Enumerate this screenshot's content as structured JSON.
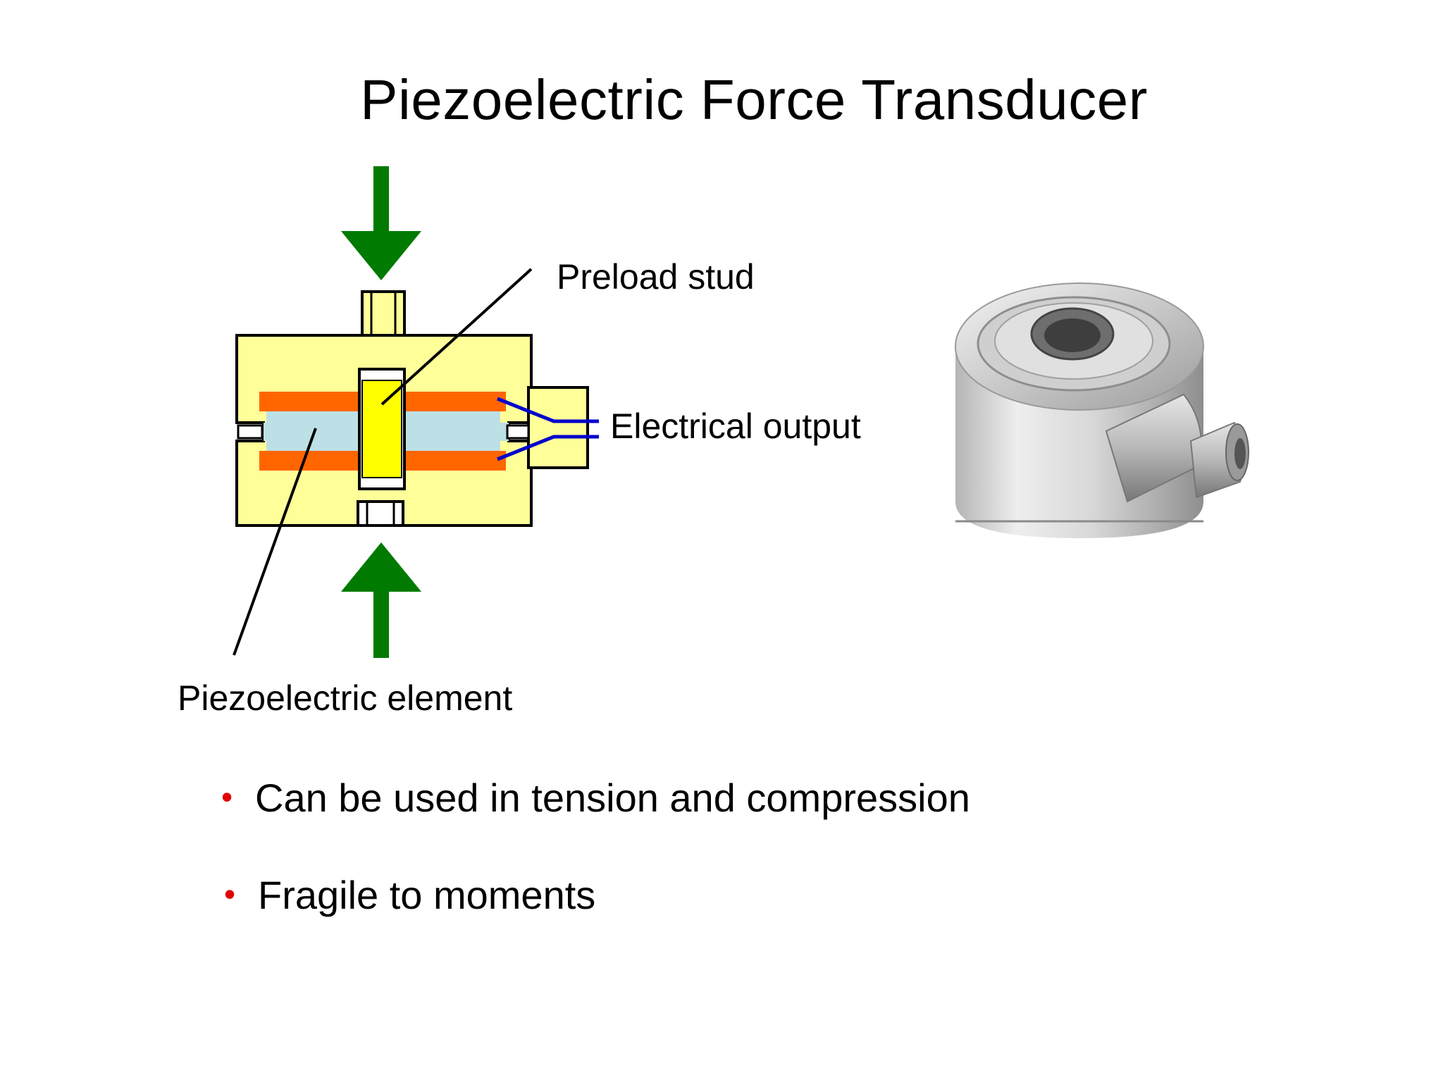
{
  "slide": {
    "title": "Piezoelectric Force Transducer"
  },
  "diagram": {
    "labels": {
      "preload_stud": "Preload stud",
      "electrical_output": "Electrical output",
      "piezoelectric_element": "Piezoelectric element"
    },
    "colors": {
      "housing": "#ffff99",
      "electrode": "#ff6600",
      "crystal": "#bde0e6",
      "stud": "#ffff00",
      "force_arrow": "#007a00",
      "wire": "#0000cc"
    }
  },
  "bullets": [
    {
      "text": "Can be used in tension and compression"
    },
    {
      "text": "Fragile to moments"
    }
  ],
  "bullet_color": "#e00000"
}
